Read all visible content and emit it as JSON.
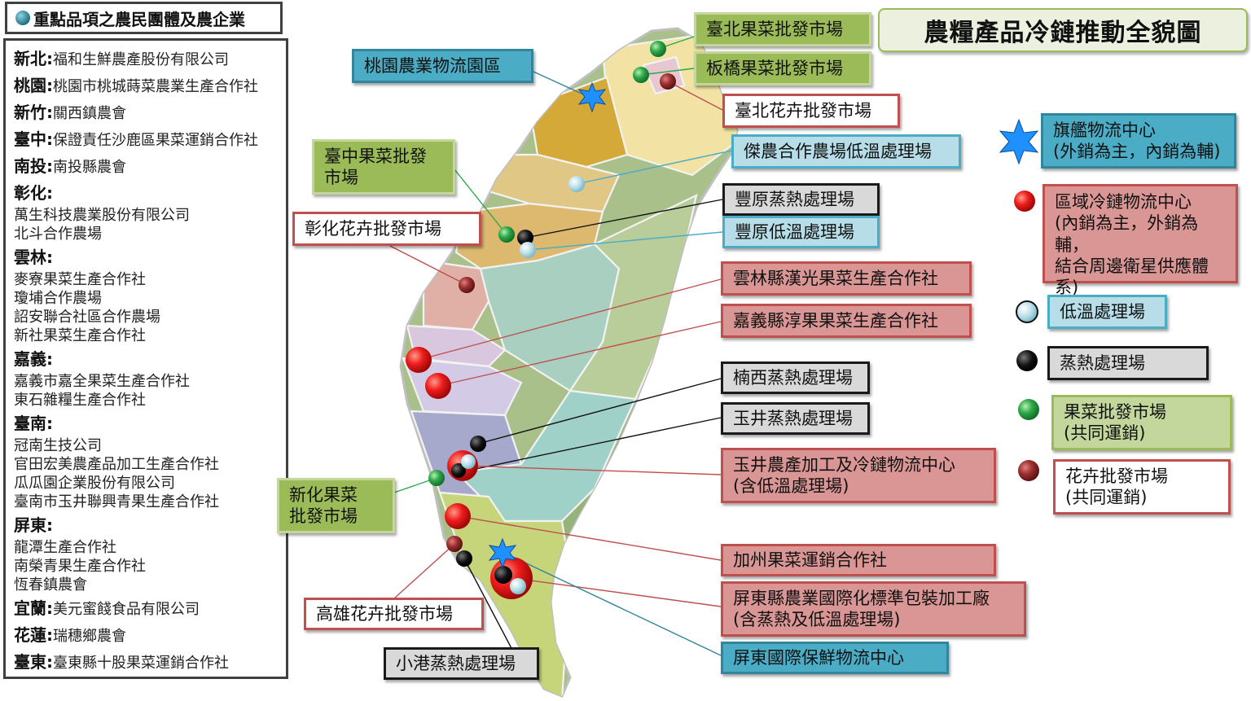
{
  "title": "農糧產品冷鏈推動全貌圖",
  "left_panel": {
    "heading": "重點品項之農民團體及農企業",
    "entries": [
      {
        "city": "新北:",
        "inline": "福和生鮮農產股份有限公司"
      },
      {
        "city": "桃園:",
        "inline": "桃園市桃城蒔菜農業生產合作社"
      },
      {
        "city": "新竹:",
        "inline": "關西鎮農會"
      },
      {
        "city": "臺中:",
        "inline": "保證責任沙鹿區果菜運銷合作社"
      },
      {
        "city": "南投:",
        "inline": "南投縣農會"
      },
      {
        "city": "彰化:",
        "items": [
          "萬生科技農業股份有限公司",
          "北斗合作農場"
        ]
      },
      {
        "city": "雲林:",
        "items": [
          "麥寮果菜生產合作社",
          "瓊埔合作農場",
          "詔安聯合社區合作農場",
          "新社果菜生產合作社"
        ]
      },
      {
        "city": "嘉義:",
        "items": [
          "嘉義市嘉全果菜生產合作社",
          "東石雜糧生產合作社"
        ]
      },
      {
        "city": "臺南:",
        "items": [
          "冠南生技公司",
          "官田宏美農產品加工生產合作社",
          "瓜瓜園企業股份有限公司",
          "臺南市玉井聯興青果生產合作社"
        ]
      },
      {
        "city": "屏東:",
        "items": [
          "龍潭生產合作社",
          "南榮青果生產合作社",
          "恆春鎮農會"
        ]
      },
      {
        "city": "宜蘭:",
        "inline": "美元蜜餞食品有限公司"
      },
      {
        "city": "花蓮:",
        "inline": "瑞穗鄉農會"
      },
      {
        "city": "臺東:",
        "inline": "臺東縣十股果菜運銷合作社"
      }
    ]
  },
  "labels": {
    "taoyuan_park": "桃園農業物流園區",
    "taipei_fruit": "臺北果菜批發市場",
    "banqiao_fruit": "板橋果菜批發市場",
    "taipei_flower": "臺北花卉批發市場",
    "jienong": "傑農合作農場低溫處理場",
    "taichung_fruit": "臺中果菜批發市場",
    "fengyuan_steam": "豐原蒸熱處理場",
    "fengyuan_low": "豐原低溫處理場",
    "changhua_flower": "彰化花卉批發市場",
    "yunlin_coop": "雲林縣漢光果菜生產合作社",
    "chiayi_coop": "嘉義縣淳果果菜生產合作社",
    "nanxi_steam": "楠西蒸熱處理場",
    "yujing_steam": "玉井蒸熱處理場",
    "yujing_center": "玉井農產加工及冷鏈物流中心\n(含低溫處理場)",
    "xinhua_fruit": "新化果菜\n批發市場",
    "jiazhou_coop": "加州果菜運銷合作社",
    "pingtung_pack": "屏東縣農業國際化標準包裝加工廠\n(含蒸熱及低溫處理場)",
    "kaohsiung_flower": "高雄花卉批發市場",
    "xiaogang_steam": "小港蒸熱處理場",
    "pingtung_center": "屏東國際保鮮物流中心"
  },
  "legend": {
    "flagship": "旗艦物流中心\n(外銷為主，內銷為輔)",
    "regional": "區域冷鏈物流中心\n(內銷為主，外銷為輔，\n結合周邊衛星供應體\n系)",
    "low_temp": "低溫處理場",
    "steam": "蒸熱處理場",
    "fruit_market": "果菜批發市場\n(共同運銷)",
    "flower_market": "花卉批發市場\n(共同運銷)"
  },
  "colors": {
    "flagship": "#1e90ff",
    "regional": "#e8201c",
    "low_temp": "#b7dee8",
    "steam": "#111111",
    "fruit_market": "#2ea84a",
    "flower_market": "#9b2f2f"
  }
}
